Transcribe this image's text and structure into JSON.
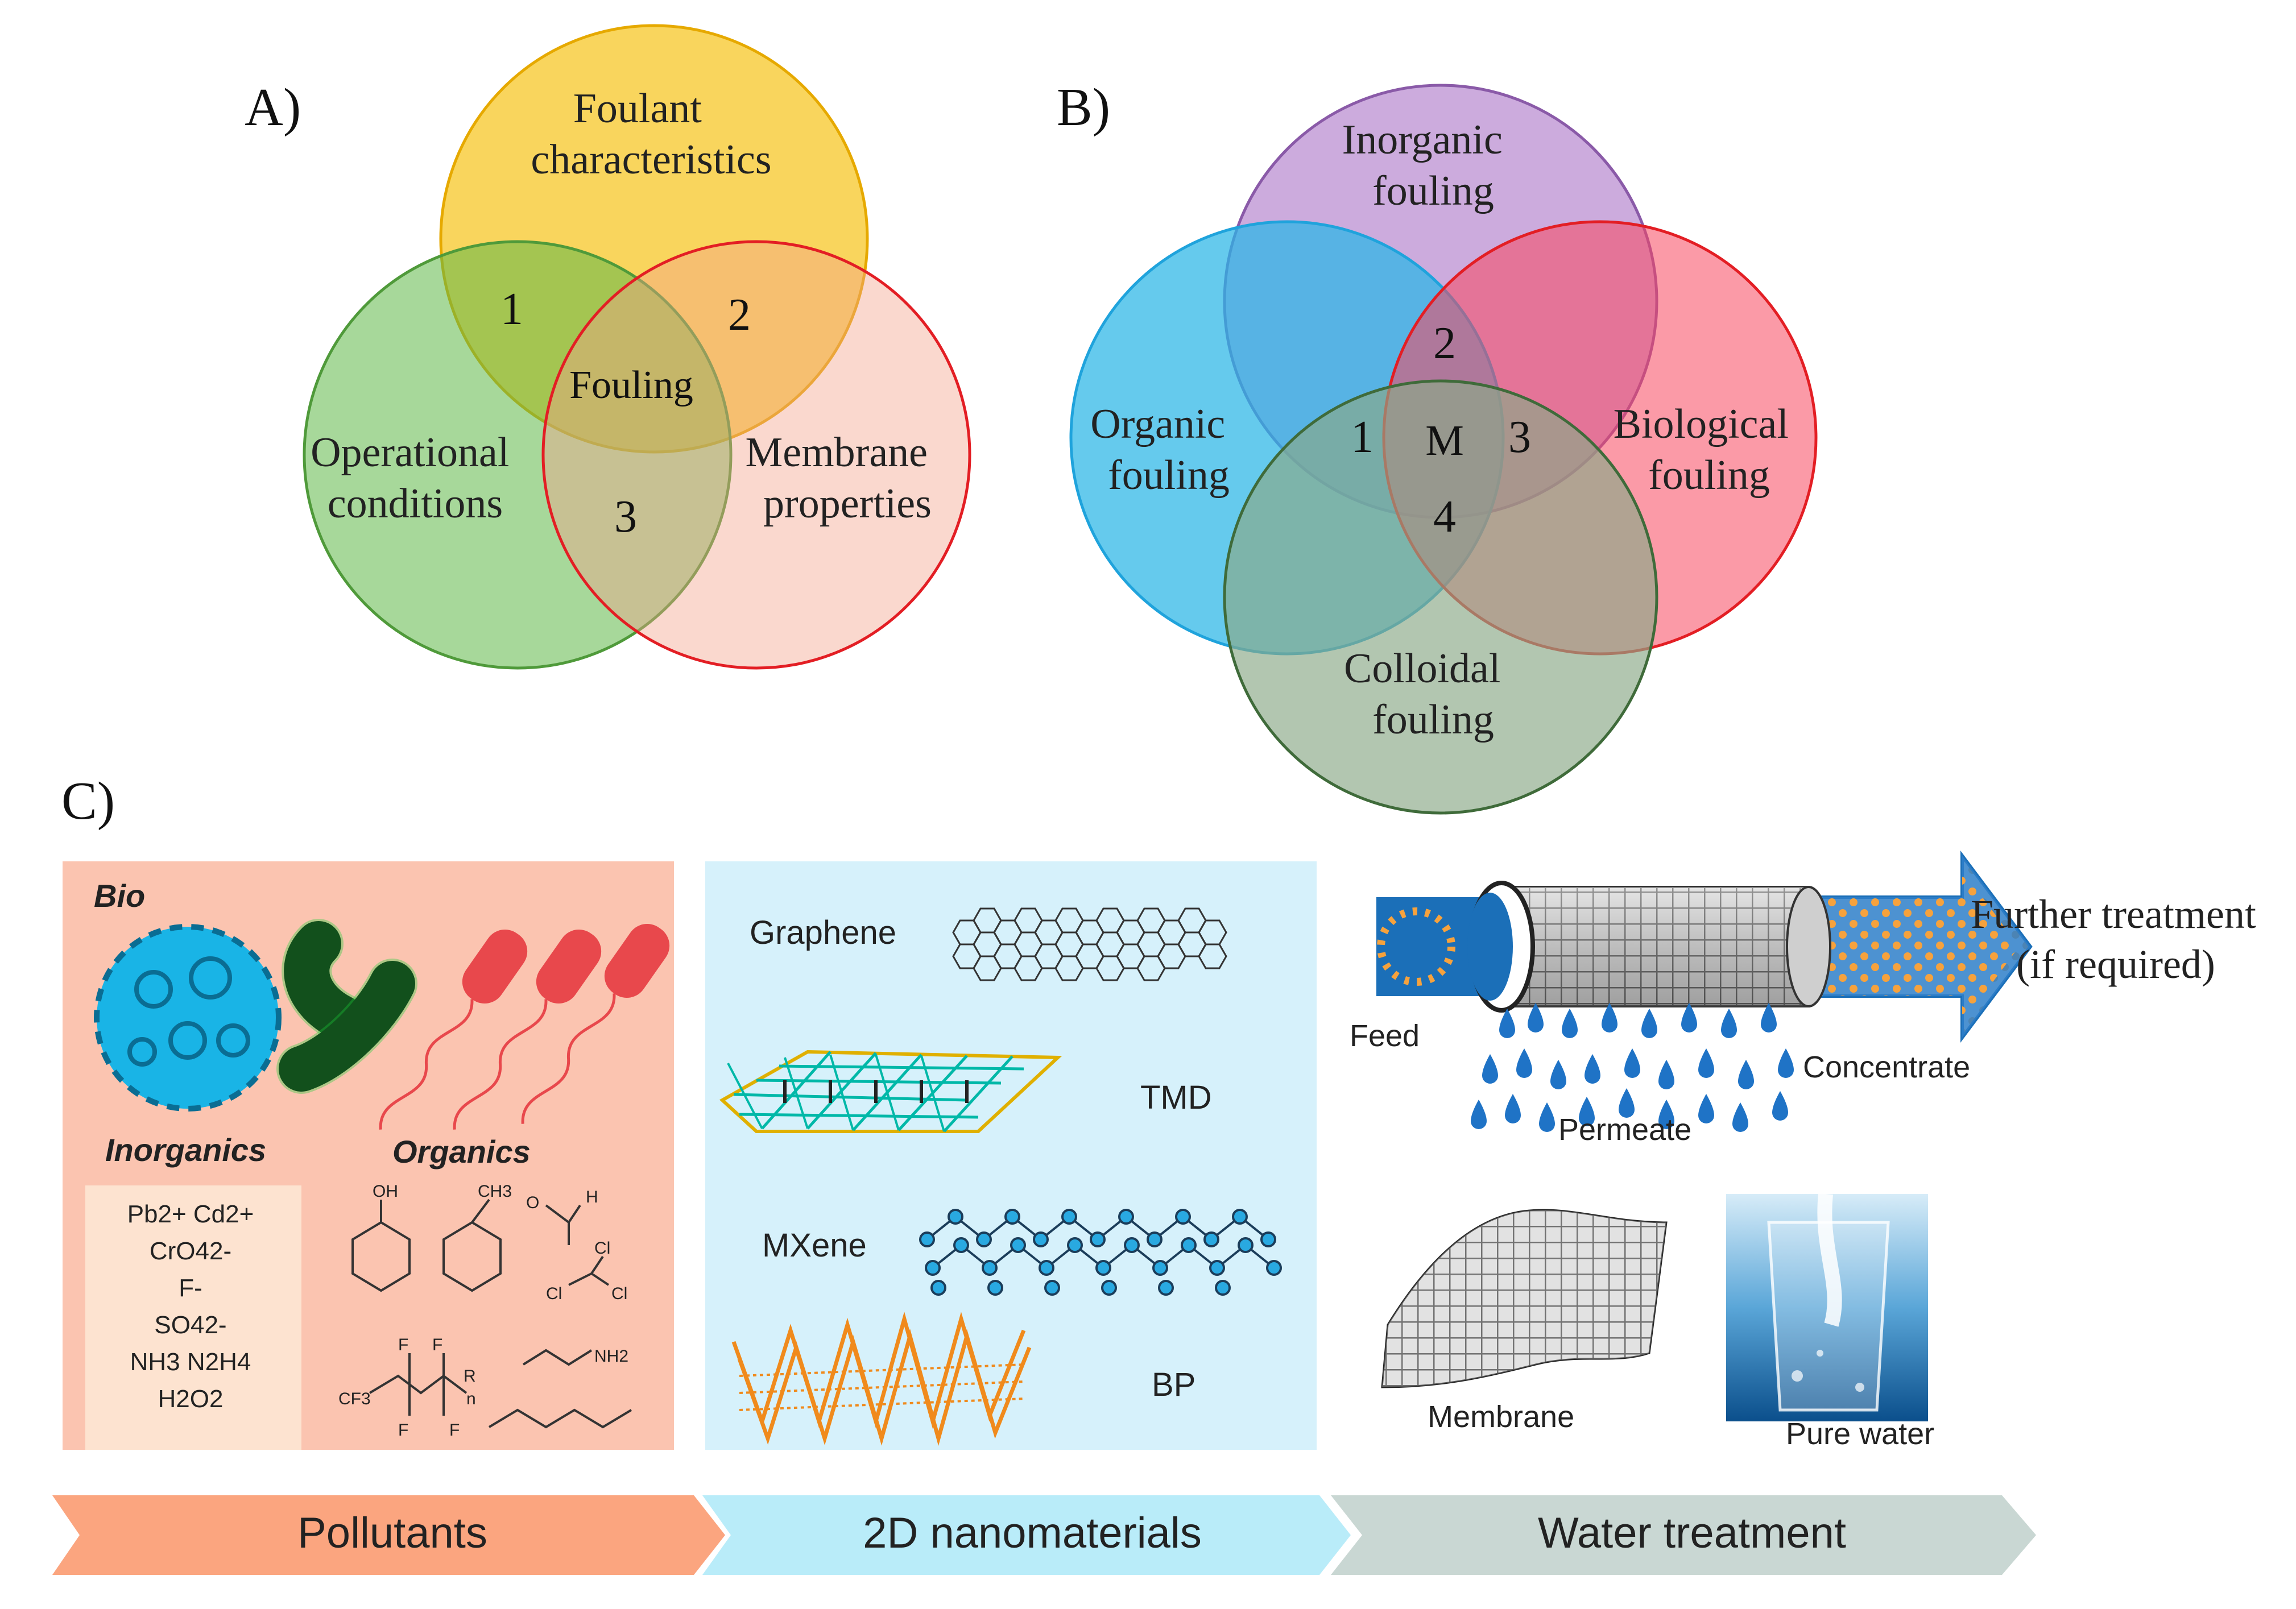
{
  "panel_a": {
    "label": "A)",
    "circles": {
      "top": [
        "Foulant",
        "characteristics"
      ],
      "left": [
        "Operational",
        "conditions"
      ],
      "right": [
        "Membrane",
        "properties"
      ]
    },
    "regions": {
      "one": "1",
      "two": "2",
      "three": "3",
      "center": "Fouling"
    },
    "colors": {
      "top": "#f7c51e",
      "left": "#5fb847",
      "right": "#f4a38a"
    }
  },
  "panel_b": {
    "label": "B)",
    "circles": {
      "top": [
        "Inorganic",
        "fouling"
      ],
      "left": [
        "Organic",
        "fouling"
      ],
      "right": [
        "Biological",
        "fouling"
      ],
      "bottom": [
        "Colloidal",
        "fouling"
      ]
    },
    "regions": {
      "one": "1",
      "two": "2",
      "three": "3",
      "four": "4",
      "center": "M"
    },
    "colors": {
      "top": "#b98ad0",
      "left": "#29b6e6",
      "right": "#f8475f",
      "bottom": "#8aa887"
    }
  },
  "panel_c": {
    "label": "C)",
    "pollutants": {
      "bio": "Bio",
      "inorganics": "Inorganics",
      "organics": "Organics",
      "ions": [
        "Pb2+ Cd2+",
        "CrO42-",
        "F-",
        "SO42-",
        "NH3 N2H4",
        "H2O2"
      ],
      "chem_labels": {
        "oh": "OH",
        "ch3": "CH3",
        "o": "O",
        "h": "H",
        "cl1": "Cl",
        "cl2": "Cl",
        "cl3": "Cl",
        "f1": "F",
        "f2": "F",
        "f3": "F",
        "f4": "F",
        "cf3": "CF3",
        "r": "R",
        "n": "n",
        "nh2": "NH2"
      }
    },
    "nanomaterials": {
      "graphene": "Graphene",
      "tmd": "TMD",
      "mxene": "MXene",
      "bp": "BP"
    },
    "water_treatment": {
      "further": [
        "Further treatment",
        "(if required)"
      ],
      "feed": "Feed",
      "concentrate": "Concentrate",
      "permeate": "Permeate",
      "membrane": "Membrane",
      "pure_water": "Pure water"
    },
    "banners": [
      "Pollutants",
      "2D nanomaterials",
      "Water treatment"
    ],
    "colors": {
      "pollutants_bg": "#fbc4b0",
      "nano_bg": "#d6f1fb",
      "banner1": "#fba57f",
      "banner2": "#b9ecf9",
      "banner3": "#c9d7d3"
    }
  }
}
